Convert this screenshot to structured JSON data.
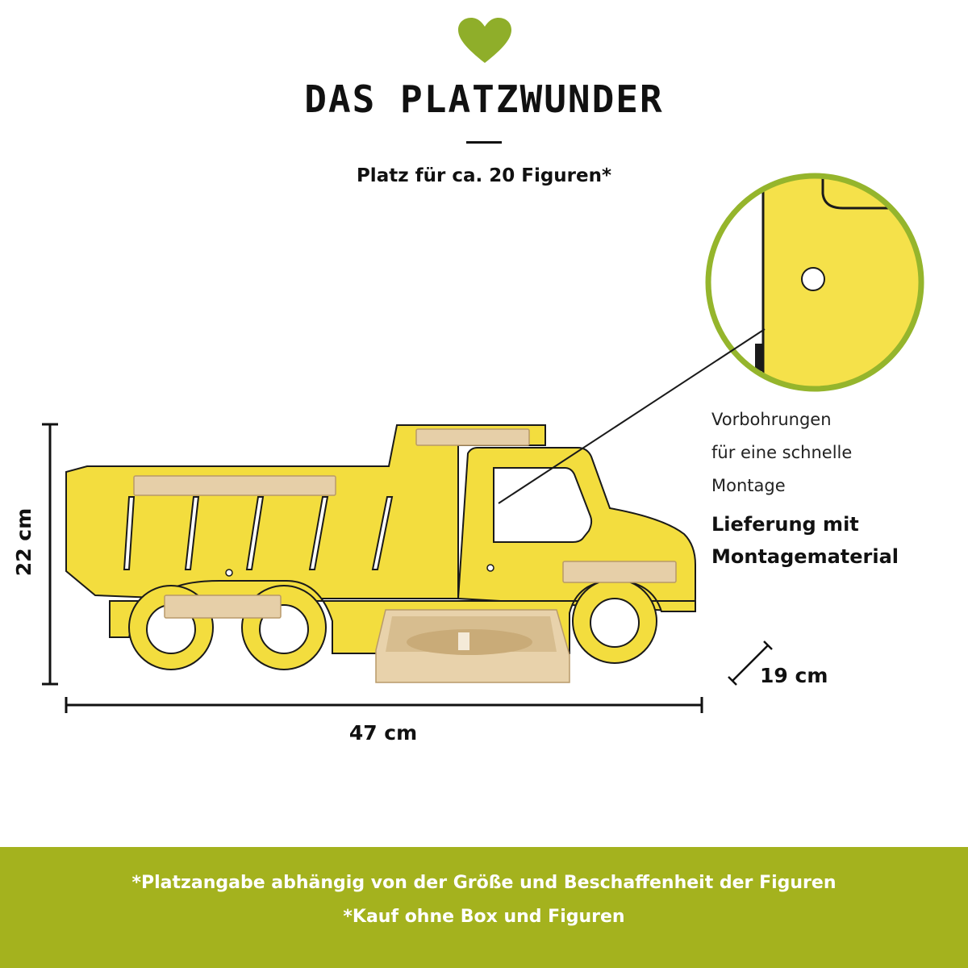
{
  "header": {
    "icon": "heart-icon",
    "title": "DAS PLATZWUNDER",
    "subtitle": "Platz für ca. 20 Figuren*"
  },
  "dimensions": {
    "width": "47 cm",
    "height": "22 cm",
    "depth": "19 cm"
  },
  "features": {
    "detail_lines": [
      "Vorbohrungen",
      "für eine schnelle",
      "Montage"
    ],
    "highlight_lines": [
      "Lieferung mit",
      "Montagematerial"
    ]
  },
  "footer": {
    "note_1": "*Platzangabe abhängig von der Größe und Beschaffenheit der Figuren",
    "note_2": "*Kauf ohne Box und Figuren"
  },
  "colors": {
    "accent_green": "#a4b21e",
    "heart_green": "#8fae2a",
    "shelf_yellow": "#f5e14a",
    "wood": "#e6cfa8",
    "text": "#111111"
  }
}
